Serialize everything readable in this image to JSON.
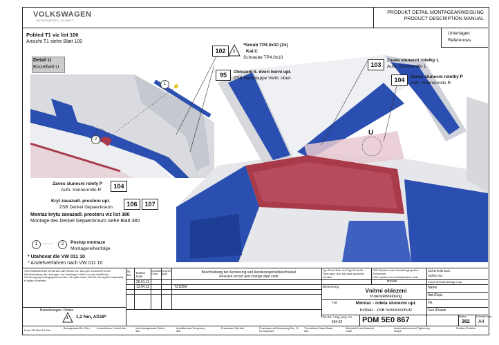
{
  "header": {
    "brand": "VOLKSWAGEN",
    "brand_sub": "AKTIENGESELLSCHAFT",
    "doc_title_de": "PRODUKT DETAIL MONTAGEANWEISUNG",
    "doc_title_en": "PRODUCT DESCRIPTION MANUAL"
  },
  "sidebar": {
    "view_cz": "Pohled T1 viz list 100",
    "view_de": "Ansicht  T1 siehe Blatt 100",
    "detail_cz": "Detail U",
    "detail_de": "Einzelheit U",
    "documents_de": "Unterlagen",
    "documents_en": "References"
  },
  "callouts": {
    "c102": "102",
    "c95": "95",
    "c103": "103",
    "c104": "104",
    "c106": "106",
    "c107": "107",
    "kat_num": "1",
    "screw_cz": "*Sroub TP4.0x10 (2x)",
    "screw_kat": "Kat.C",
    "screw_de": "Schraube TP4.0x10",
    "trim_cz": "Oblozeni 5. dveri horni upl.",
    "trim_de": "ZSB Heckklappe Verkl. oben",
    "blind_l_cz": "Zaves slunecni roletky L",
    "blind_l_de": "Aufn. Sonnenrollo L",
    "blind_p_cz": "Zaves slunecni roletky P",
    "blind_p_de": "Aufn. Sonnenrollo R",
    "blind_p2_cz": "Zaves slunecni rolety P",
    "blind_p2_de": "Aufn. Sonnenrollo R",
    "cover_cz": "Kryt zavazadl. prostoru upl.",
    "cover_de": "ZSB Deckel Gepaeckraum",
    "mount_cz": "Montaz krytu zavazadl. prostoru viz list 380",
    "mount_de": "Montage des Deckel Gepaeckraum siehe Blatt 380",
    "detail_letter": "U",
    "step1": "1",
    "step2": "2",
    "dots": "..........",
    "seq_cz": "Postup montaze",
    "seq_de": "Montagereihenfolge",
    "torque_cz": "* Utahovat dle VW 011 10",
    "torque_de": "* Anziehverfahren nach VW 011 10"
  },
  "titleblock": {
    "legal_text": "VOLKSWAGEN AG behält sich alle Rechte vor. Das geh. Dokument ist bei Nichtbeachtung des Vertrages, die Unterlagen dürfen nur mit schriftlicher Genehmigung weitergegeben werden. All rights under VW AG, this applies separately to rights of transfer.",
    "remarks": "Bemerkungen / Notes",
    "torque_spec": "1,2 Nm, AD18*",
    "torque_num": "1",
    "col_no": "Nr. No",
    "col_date": "Datum Date",
    "col_change": "Geändert Chgd",
    "col_check": "Geprüft Appr.",
    "change_desc_de": "Beschreibung der Aenderung und Aenderungsmeldeschlussel",
    "change_desc_en": "Revision record and change date code",
    "rev1_date": "28.01.11",
    "rev2_date": "13.04.11",
    "rev2_code": "TZ100M",
    "typ_pruef": "Typ-Pruef-Dok. und Typ-Pruef-Nr",
    "typ_pruef_en": "Type-appr. doc and type approval number",
    "cad": "CAD-System und Verwaltungssystem Schluessel",
    "cad_en": "CAD system and administration code",
    "cad_value": "Excel",
    "safety": "Sicherheits-Dok.",
    "safety_en": "Safety-doc.",
    "category": "Benennung",
    "title_cz": "Vnitrni oblozeni",
    "title_de": "Innenverkleidung",
    "subtitle_cz": "Montaz - roleta slunecni upl.",
    "subtitle_de": "Einbau - ZSB Sonnenschutz",
    "title_label": "Titel",
    "name_label": "Name",
    "dept_label": "Abt./Dept.",
    "tel_label": "Tel.",
    "draw_label": "Gez./Drawn",
    "konst": "Konst.Verantw./Design resp.",
    "ea_label": "EA-Nr. / eng. proj. no.",
    "ea_value": "504.62",
    "pdm_label": "PDM 5E0 867",
    "sheet_label": "Blattnr.",
    "sheet": "382",
    "format_label": "Format/Code",
    "format": "A4",
    "form_no": "Form FE Pilot 12.05a",
    "leg1": "Bezugsmass Ref. Dim.",
    "leg2": "Kontrollmass Control dim.",
    "leg3": "Vorrichtungsmass Fixture dim.",
    "leg4": "Aushilfsmass Temporary dim.",
    "leg5": "Pruefmass Test dim.",
    "leg6": "Pruefmass mit Bewertung Dim. To be inspected",
    "leg7": "Theoretisch. Mass Basic dim.",
    "leg8": "Werkstoff Code Material Code",
    "leg9": "Anziehdrehmoment Tightening torque",
    "leg10": "Position Position"
  },
  "colors": {
    "body_blue": "#2b4fb0",
    "panel_gray": "#d6d8dc",
    "cover_red": "#a83a4a",
    "pink": "#c98a9a"
  }
}
